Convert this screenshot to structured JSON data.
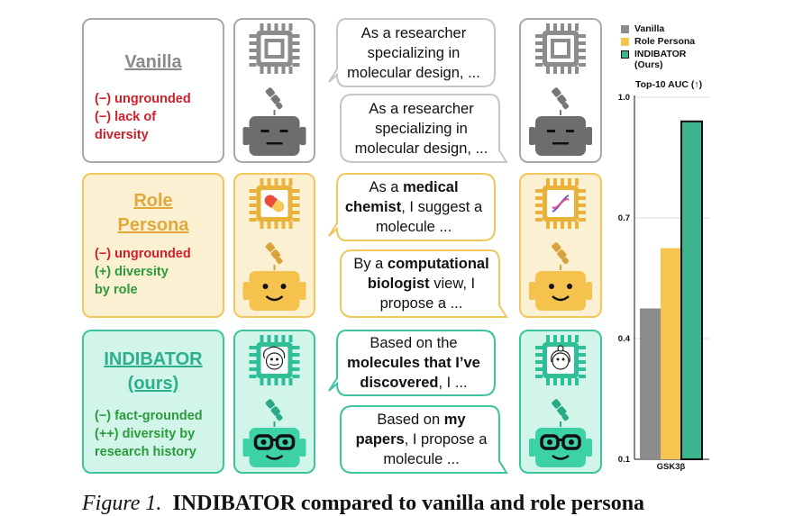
{
  "rows": [
    {
      "title": "Vanilla",
      "notes": [
        {
          "text": "(−) ungrounded",
          "tone": "neg"
        },
        {
          "text": "(−) lack of",
          "tone": "neg"
        },
        {
          "text": "diversity",
          "tone": "neg"
        }
      ],
      "bubble1": [
        {
          "t": "As a researcher",
          "b": false,
          "br": true
        },
        {
          "t": "specializing in",
          "b": false,
          "br": true
        },
        {
          "t": "molecular design, ...",
          "b": false,
          "br": false
        }
      ],
      "bubble2": [
        {
          "t": "As a researcher",
          "b": false,
          "br": true
        },
        {
          "t": "specializing in",
          "b": false,
          "br": true
        },
        {
          "t": "molecular design, ...",
          "b": false,
          "br": false
        }
      ]
    },
    {
      "title": "Role\nPersona",
      "notes": [
        {
          "text": "(−) ungrounded",
          "tone": "neg"
        },
        {
          "text": "(+) diversity",
          "tone": "pos"
        },
        {
          "text": "by role",
          "tone": "pos"
        }
      ],
      "bubble1": [
        {
          "t": "As a ",
          "b": false,
          "br": false
        },
        {
          "t": "medical",
          "b": true,
          "br": true
        },
        {
          "t": "chemist",
          "b": true,
          "br": false
        },
        {
          "t": ", I suggest a",
          "b": false,
          "br": true
        },
        {
          "t": "molecule ...",
          "b": false,
          "br": false
        }
      ],
      "bubble2": [
        {
          "t": "By a ",
          "b": false,
          "br": false
        },
        {
          "t": "computational",
          "b": true,
          "br": true
        },
        {
          "t": "biologist",
          "b": true,
          "br": false
        },
        {
          "t": " view, I",
          "b": false,
          "br": true
        },
        {
          "t": "propose a ...",
          "b": false,
          "br": false
        }
      ]
    },
    {
      "title": "INDIBATOR\n(ours)",
      "notes": [
        {
          "text": "(−) fact-grounded",
          "tone": "pos"
        },
        {
          "text": "(++) diversity by",
          "tone": "pos"
        },
        {
          "text": "research history",
          "tone": "pos"
        }
      ],
      "bubble1": [
        {
          "t": "Based on the",
          "b": false,
          "br": true
        },
        {
          "t": "molecules that I’ve",
          "b": true,
          "br": true
        },
        {
          "t": "discovered",
          "b": true,
          "br": false
        },
        {
          "t": ", I ...",
          "b": false,
          "br": false
        }
      ],
      "bubble2": [
        {
          "t": "Based on ",
          "b": false,
          "br": false
        },
        {
          "t": "my",
          "b": true,
          "br": true
        },
        {
          "t": "papers",
          "b": true,
          "br": false
        },
        {
          "t": ", I propose a",
          "b": false,
          "br": true
        },
        {
          "t": "molecule ...",
          "b": false,
          "br": false
        }
      ]
    }
  ],
  "colors": {
    "vanilla_border": "#a8a8a8",
    "vanilla_title": "#8a8a8a",
    "role_border": "#f0c75c",
    "role_fill": "#fcf0d2",
    "role_title": "#e0a93a",
    "ind_border": "#3cc39f",
    "ind_fill": "#d2f5ea",
    "ind_title": "#2bb08d",
    "neg": "#d11f2a",
    "pos": "#2b9a3c"
  },
  "chart_data": {
    "type": "bar",
    "title": "Top-10 AUC (↑)",
    "categories": [
      "GSK3β"
    ],
    "series": [
      {
        "name": "Vanilla",
        "values": [
          0.475
        ],
        "color": "#8c8c8c"
      },
      {
        "name": "Role Persona",
        "values": [
          0.625
        ],
        "color": "#f7c44f"
      },
      {
        "name": "INDIBATOR\n(Ours)",
        "values": [
          0.94
        ],
        "color": "#3cb48f"
      }
    ],
    "ylim": [
      0.1,
      1.0
    ],
    "yticks": [
      "0.1",
      "0.4",
      "0.7",
      "1.0"
    ],
    "ytick_values": [
      0.1,
      0.4,
      0.7,
      1.0
    ],
    "legend": "top-left"
  },
  "caption": {
    "prefix": "Figure 1.",
    "lead": "INDIBATOR",
    "rest": " compared to vanilla and role persona"
  }
}
